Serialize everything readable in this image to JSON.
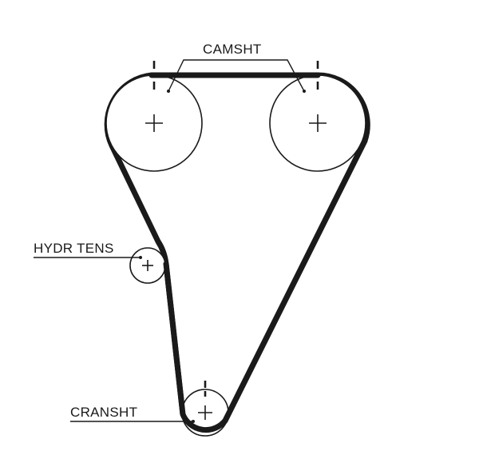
{
  "diagram": {
    "labels": {
      "camshaft": "CAMSHT",
      "hydraulic_tensioner": "HYDR TENS",
      "crankshaft": "CRANSHT"
    },
    "colors": {
      "line": "#1a1a1a",
      "background": "#ffffff"
    }
  }
}
